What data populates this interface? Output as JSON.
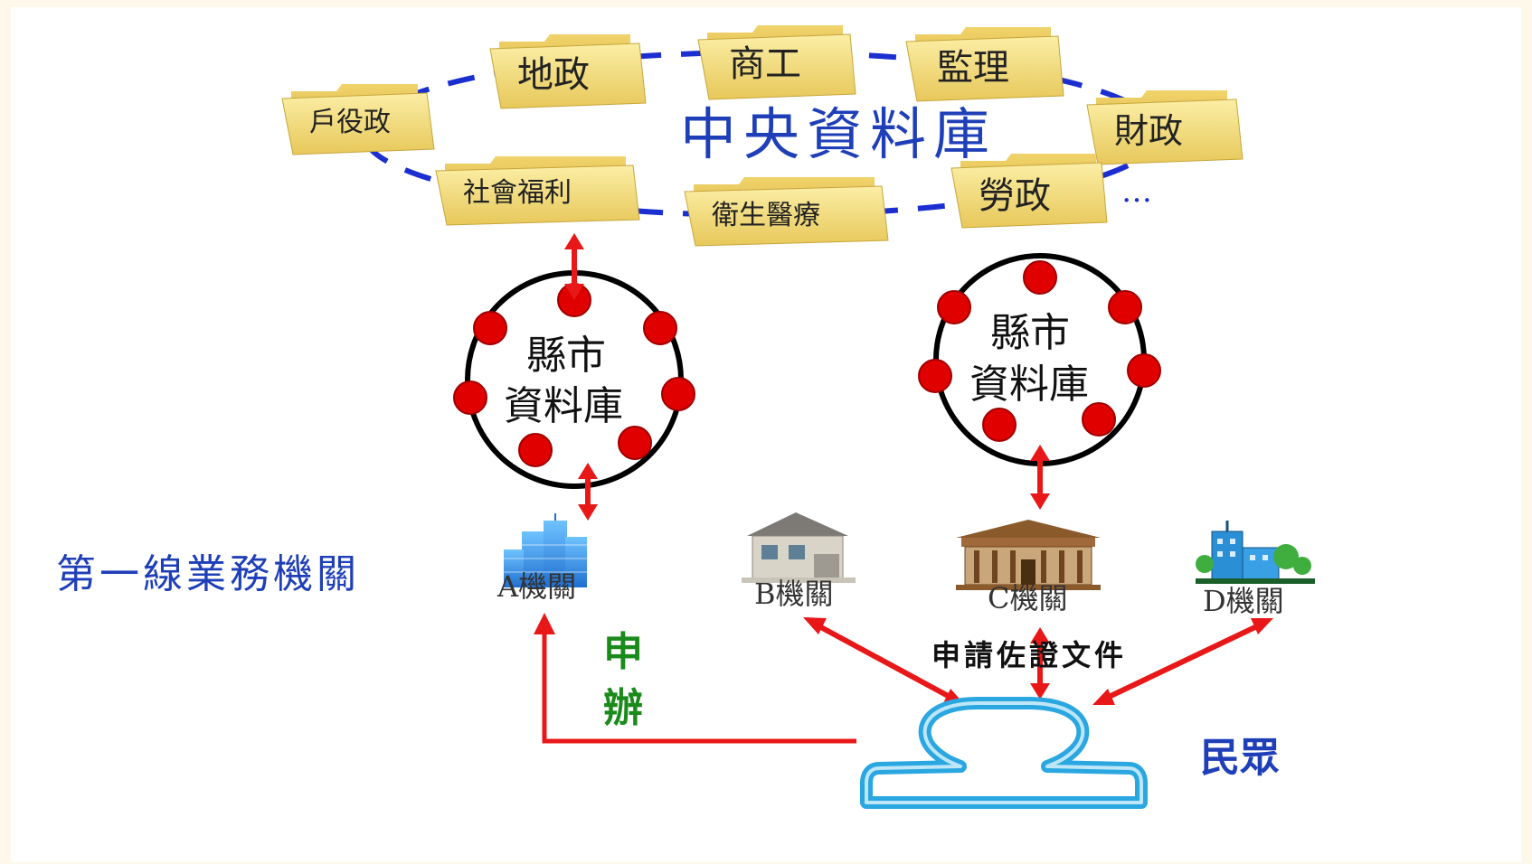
{
  "central": {
    "title": "中央資料庫",
    "folders": [
      {
        "label": "戶役政"
      },
      {
        "label": "地政"
      },
      {
        "label": "商工"
      },
      {
        "label": "監理"
      },
      {
        "label": "財政"
      },
      {
        "label": "社會福利"
      },
      {
        "label": "衛生醫療"
      },
      {
        "label": "勞政"
      }
    ],
    "ellipsis": "…"
  },
  "county_db_left": {
    "line1": "縣市",
    "line2": "資料庫"
  },
  "county_db_right": {
    "line1": "縣市",
    "line2": "資料庫"
  },
  "front_line_label": "第一線業務機關",
  "agencies": [
    {
      "label": "A機關",
      "icon": "skyscraper-icon"
    },
    {
      "label": "B機關",
      "icon": "house-icon"
    },
    {
      "label": "C機關",
      "icon": "government-building-icon"
    },
    {
      "label": "D機關",
      "icon": "city-buildings-icon"
    }
  ],
  "apply_label": {
    "line1": "申",
    "line2": "辦"
  },
  "request_label": "申請佐證文件",
  "citizen_label": "民眾",
  "colors": {
    "blue_text": "#1f3fb8",
    "dash_blue": "#1b2fd0",
    "arrow_red": "#e81818",
    "node_red": "#e00000",
    "green_text": "#1a8a1a",
    "folder_yellow": "#f3dc7a",
    "person_cyan": "#2aa7e0"
  }
}
